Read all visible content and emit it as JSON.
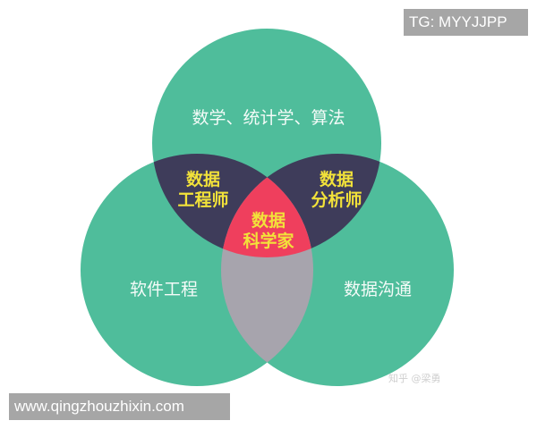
{
  "diagram": {
    "type": "venn",
    "colors": {
      "circle": "#4fbd9b",
      "pair_top_left": "#3e3c5a",
      "pair_top_right": "#3e3c5a",
      "pair_bottom": "#a7a4ad",
      "center": "#ef3f5d",
      "outer_text": "#f4fbf8",
      "inner_text": "#f2e23a"
    },
    "sets": {
      "top": "数学、统计学、算法",
      "left": "软件工程",
      "right": "数据沟通"
    },
    "intersections": {
      "top_left": {
        "line1": "数据",
        "line2": "工程师"
      },
      "top_right": {
        "line1": "数据",
        "line2": "分析师"
      },
      "center": {
        "line1": "数据",
        "line2": "科学家"
      }
    }
  },
  "watermarks": {
    "tg": "TG: MYYJJPP",
    "url": "www.qingzhouzhixin.com",
    "zhihu": "知乎 @梁勇"
  }
}
